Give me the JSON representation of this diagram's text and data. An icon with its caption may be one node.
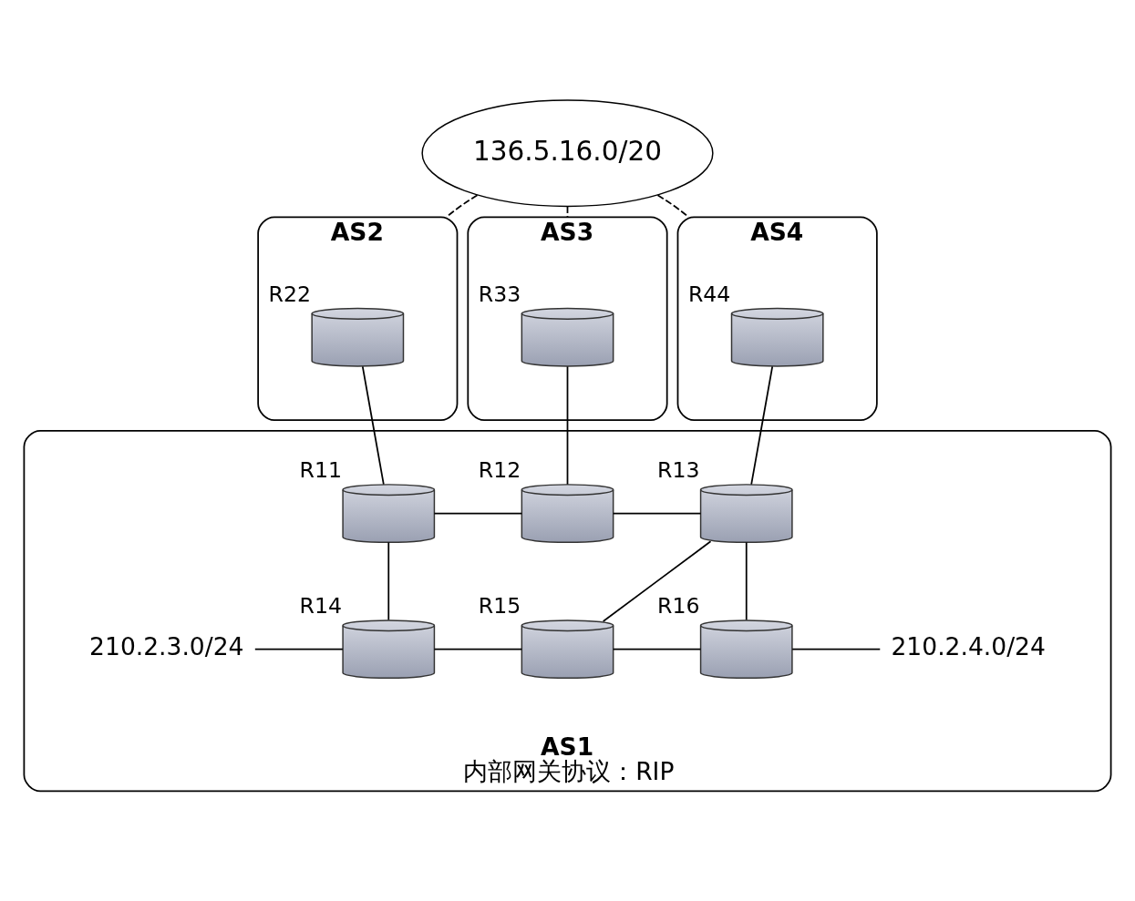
{
  "diagram": {
    "nodes": [
      {
        "text": [
          "136.5.16.0/20"
        ]
      },
      {
        "text": [
          "AS2"
        ]
      },
      {
        "text": [],
        "shape": "cylinder",
        "in": 1,
        "beside": [
          "R22"
        ]
      },
      {
        "text": [
          "AS3"
        ]
      },
      {
        "text": [],
        "shape": "cylinder",
        "in": 3,
        "beside": [
          "R33"
        ]
      },
      {
        "text": [
          "AS4"
        ]
      },
      {
        "text": [],
        "shape": "cylinder",
        "in": 5,
        "beside": [
          "R44"
        ]
      },
      {
        "text": [
          "AS1",
          "内部网关协议：RIP"
        ]
      },
      {
        "text": [],
        "shape": "cylinder",
        "in": 7,
        "beside": [
          "R11"
        ]
      },
      {
        "text": [],
        "shape": "cylinder",
        "in": 7,
        "beside": [
          "R12"
        ]
      },
      {
        "text": [],
        "shape": "cylinder",
        "in": 7,
        "beside": [
          "R13"
        ]
      },
      {
        "text": [
          "210.2.3.0/24"
        ],
        "in": 7
      },
      {
        "text": [],
        "shape": "cylinder",
        "in": 7,
        "beside": [
          "R14"
        ]
      },
      {
        "text": [],
        "shape": "cylinder",
        "in": 7,
        "beside": [
          "R15"
        ]
      },
      {
        "text": [],
        "shape": "cylinder",
        "in": 7,
        "beside": [
          "R16"
        ]
      },
      {
        "text": [
          "210.2.4.0/24"
        ],
        "in": 7
      }
    ],
    "edges": [
      {
        "from": 0,
        "to": 1,
        "arrow": "none",
        "style": "dashed"
      },
      {
        "from": 0,
        "to": 3,
        "arrow": "none",
        "style": "dashed"
      },
      {
        "from": 0,
        "to": 5,
        "arrow": "none",
        "style": "dashed"
      },
      {
        "from": 2,
        "to": 8,
        "arrow": "none"
      },
      {
        "from": 4,
        "to": 9,
        "arrow": "none"
      },
      {
        "from": 6,
        "to": 10,
        "arrow": "none"
      },
      {
        "from": 8,
        "to": 9,
        "arrow": "none"
      },
      {
        "from": 9,
        "to": 10,
        "arrow": "none"
      },
      {
        "from": 8,
        "to": 12,
        "arrow": "none"
      },
      {
        "from": 10,
        "to": 13,
        "arrow": "none"
      },
      {
        "from": 10,
        "to": 14,
        "arrow": "none"
      },
      {
        "from": 11,
        "to": 12,
        "arrow": "none"
      },
      {
        "from": 12,
        "to": 13,
        "arrow": "none"
      },
      {
        "from": 13,
        "to": 14,
        "arrow": "none"
      },
      {
        "from": 14,
        "to": 15,
        "arrow": "none"
      }
    ]
  }
}
